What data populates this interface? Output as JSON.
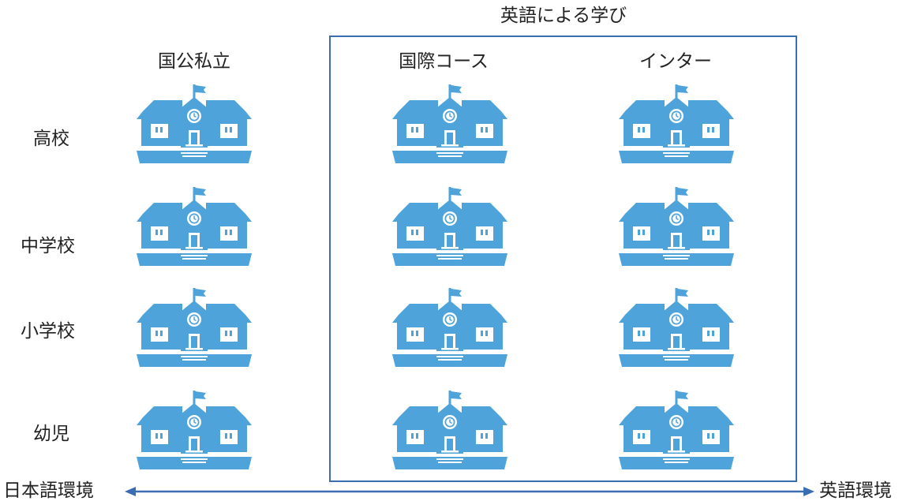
{
  "group_label": "英語による学び",
  "column_headers": {
    "public_private": "国公私立",
    "international_course": "国際コース",
    "international_school": "インター"
  },
  "row_labels": {
    "high_school": "高校",
    "junior_high": "中学校",
    "elementary": "小学校",
    "preschool": "幼児"
  },
  "axis": {
    "left_label": "日本語環境",
    "right_label": "英語環境"
  },
  "colors": {
    "school_icon": "#4da3da",
    "box_border": "#3b6db3",
    "axis_line": "#3b6db3"
  },
  "icon": "school-building-icon"
}
